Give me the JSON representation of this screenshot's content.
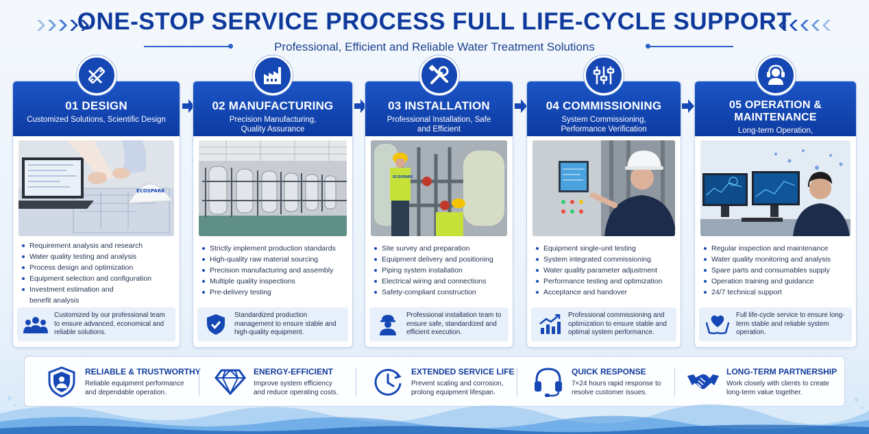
{
  "header": {
    "title": "ONE-STOP SERVICE PROCESS  FULL LIFE-CYCLE SUPPORT",
    "subtitle": "Professional, Efficient and Reliable Water Treatment Solutions"
  },
  "colors": {
    "primary": "#1547b5",
    "dark": "#0d3aa1",
    "accent": "#2a62c9",
    "note_bg": "#e8f0fb"
  },
  "steps": [
    {
      "title": "01 DESIGN",
      "subtitle": "Customized Solutions, Scientific Design",
      "icon": "pencil-ruler-icon",
      "photo_text": "ECOSPARK",
      "bullets": [
        "Requirement analysis and research",
        "Water quality testing and analysis",
        "Process design and optimization",
        "Equipment selection and configuration",
        "Investment estimation and benefit analysis"
      ],
      "note": "Customized by our professional team to ensure advanced, economical and reliable solutions.",
      "note_icon": "team-icon"
    },
    {
      "title": "02 MANUFACTURING",
      "subtitle": "Precision Manufacturing, Quality Assurance",
      "icon": "factory-icon",
      "bullets": [
        "Strictly implement production standards",
        "High-quality raw material sourcing",
        "Precision manufacturing and assembly",
        "Multiple quality inspections",
        "Pre-delivery testing"
      ],
      "note": "Standardized production management to ensure stable and high-quality equipment.",
      "note_icon": "shield-check-icon"
    },
    {
      "title": "03 INSTALLATION",
      "subtitle": "Professional Installation, Safe and Efficient",
      "icon": "tools-icon",
      "photo_text": "ECOSPARK",
      "bullets": [
        "Site survey and preparation",
        "Equipment delivery and positioning",
        "Piping system installation",
        "Electrical wiring and connections",
        "Safety-compliant construction"
      ],
      "note": "Professional installation team to ensure safe, standardized and efficient execution.",
      "note_icon": "worker-icon"
    },
    {
      "title": "04 COMMISSIONING",
      "subtitle": "System Commissioning, Performance Verification",
      "icon": "sliders-icon",
      "bullets": [
        "Equipment single-unit testing",
        "System integrated commissioning",
        "Water quality parameter adjustment",
        "Performance testing and optimization",
        "Acceptance and handover"
      ],
      "note": "Professional commissioning and optimization to ensure stable and optimal system performance.",
      "note_icon": "chart-up-icon"
    },
    {
      "title": "05 OPERATION & MAINTENANCE",
      "subtitle": "Long-term Operation, Continuous Support",
      "icon": "headset-icon",
      "bullets": [
        "Regular inspection and maintenance",
        "Water quality monitoring and analysis",
        "Spare parts and consumables supply",
        "Operation training and guidance",
        "24/7 technical support"
      ],
      "note": "Full life-cycle service to ensure long-term stable and reliable system operation.",
      "note_icon": "heart-hands-icon"
    }
  ],
  "features": [
    {
      "title": "RELIABLE & TRUSTWORTHY",
      "desc": "Reliable equipment performance and dependable operation.",
      "icon": "shield-user-icon"
    },
    {
      "title": "ENERGY-EFFICIENT",
      "desc": "Improve system efficiency and reduce operating costs.",
      "icon": "diamond-icon"
    },
    {
      "title": "EXTENDED SERVICE LIFE",
      "desc": "Prevent scaling and corrosion, prolong equipment lifespan.",
      "icon": "clock-icon"
    },
    {
      "title": "QUICK RESPONSE",
      "desc": "7×24 hours rapid response to resolve customer issues.",
      "icon": "headphones-icon"
    },
    {
      "title": "LONG-TERM PARTNERSHIP",
      "desc": "Work closely with clients to create long-term value together.",
      "icon": "handshake-icon"
    }
  ]
}
